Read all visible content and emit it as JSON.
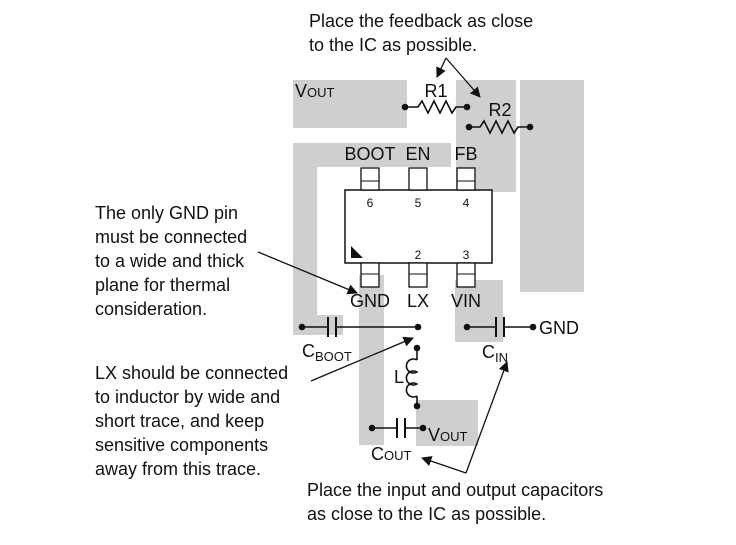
{
  "notes": {
    "feedback": [
      "Place the feedback as close",
      "to the IC as possible."
    ],
    "gnd_pin": [
      "The only GND pin",
      "must be connected",
      "to a wide and thick",
      "plane for thermal",
      "consideration."
    ],
    "lx_trace": [
      "LX should be connected",
      "to inductor by wide and",
      "short trace, and keep",
      "sensitive components",
      "away from this trace."
    ],
    "capacitors": [
      "Place the input and output capacitors",
      "as close to the IC as possible."
    ]
  },
  "pins": {
    "top": [
      {
        "name": "BOOT",
        "number": "6"
      },
      {
        "name": "EN",
        "number": "5"
      },
      {
        "name": "FB",
        "number": "4"
      }
    ],
    "bottom": [
      {
        "name": "GND",
        "number": ""
      },
      {
        "name": "LX",
        "number": "2"
      },
      {
        "name": "VIN",
        "number": "3"
      }
    ]
  },
  "components": {
    "r1": "R1",
    "r2": "R2",
    "l": "L",
    "cboot": {
      "main": "C",
      "sub": "BOOT"
    },
    "cin": {
      "main": "C",
      "sub": "IN"
    },
    "cout": {
      "main": "C",
      "sub": "OUT"
    }
  },
  "nets": {
    "vout_top": {
      "main": "V",
      "sub": "OUT"
    },
    "vout_bottom": {
      "main": "V",
      "sub": "OUT"
    },
    "gnd": "GND"
  },
  "colors": {
    "copper": "#cfcfcf",
    "line": "#111111"
  }
}
